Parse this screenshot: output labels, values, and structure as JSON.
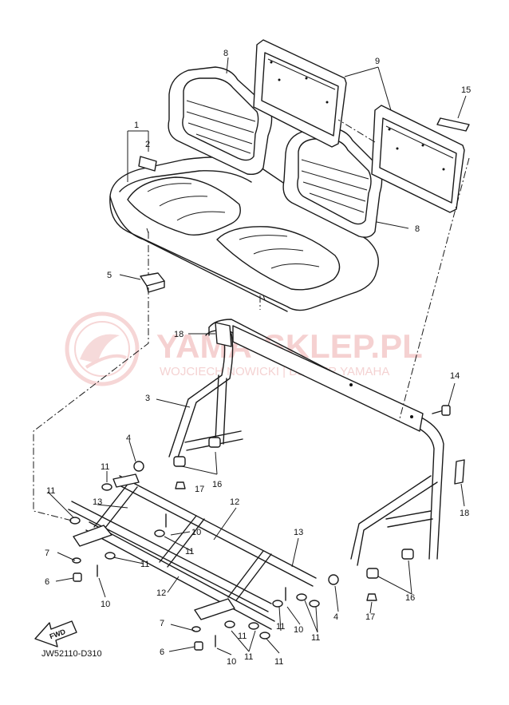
{
  "watermark": {
    "title": "YAMA-SKLEP.PL",
    "subtitle": "WOJCIECH NOWICKI | DEALER YAMAHA",
    "color": "#f2c2c2"
  },
  "diagram_code": "JW52110-D310",
  "forward_marker": "FWD",
  "callouts": {
    "c1": "1",
    "c2": "2",
    "c3": "3",
    "c4a": "4",
    "c4b": "4",
    "c5": "5",
    "c6a": "6",
    "c6b": "6",
    "c7a": "7",
    "c7b": "7",
    "c8a": "8",
    "c8b": "8",
    "c9": "9",
    "c10a": "10",
    "c10b": "10",
    "c10c": "10",
    "c10d": "10",
    "c11a": "11",
    "c11b": "11",
    "c11c": "11",
    "c11d": "11",
    "c11e": "11",
    "c11f": "11",
    "c11g": "11",
    "c11h": "11",
    "c11i": "11",
    "c12a": "12",
    "c12b": "12",
    "c13a": "13",
    "c13b": "13",
    "c14": "14",
    "c15": "15",
    "c16a": "16",
    "c16b": "16",
    "c17a": "17",
    "c17b": "17",
    "c18a": "18",
    "c18b": "18"
  }
}
